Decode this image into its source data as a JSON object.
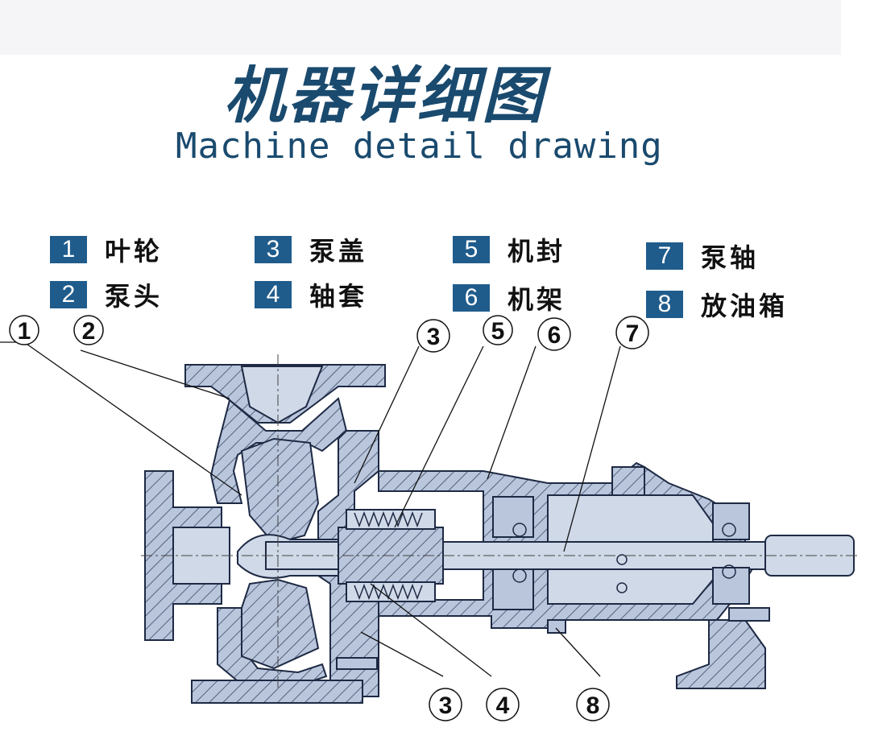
{
  "title": {
    "cn": "机器详细图",
    "en": "Machine detail drawing"
  },
  "legend": [
    {
      "num": "1",
      "label": "叶轮"
    },
    {
      "num": "2",
      "label": "泵头"
    },
    {
      "num": "3",
      "label": "泵盖"
    },
    {
      "num": "4",
      "label": "轴套"
    },
    {
      "num": "5",
      "label": "机封"
    },
    {
      "num": "6",
      "label": "机架"
    },
    {
      "num": "7",
      "label": "泵轴"
    },
    {
      "num": "8",
      "label": "放油箱"
    }
  ],
  "callouts": {
    "top": [
      "1",
      "2",
      "3",
      "5",
      "6",
      "7"
    ],
    "bottom": [
      "3",
      "4",
      "8"
    ]
  },
  "colors": {
    "title": "#1a4a6e",
    "legend_box": "#1f5c8c",
    "part_fill": "#b9c6dc",
    "outline": "#1e2a44"
  }
}
